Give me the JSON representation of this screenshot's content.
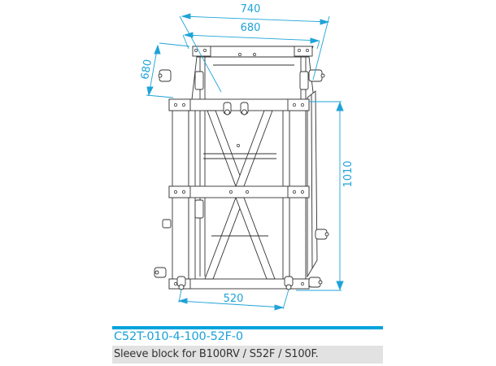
{
  "drawing": {
    "subject": "truss sleeve block technical drawing",
    "dimensions": {
      "width_outer": "740",
      "width_inner": "680",
      "depth": "680",
      "height": "1010",
      "bottom_spacing": "520"
    },
    "dimension_color": "#1fa3d8",
    "line_color": "#333333"
  },
  "caption": {
    "product_code": "C52T-010-4-100-52F-0",
    "description": "Sleeve block for B100RV / S52F / S100F.",
    "accent_color": "#00a3dc"
  }
}
